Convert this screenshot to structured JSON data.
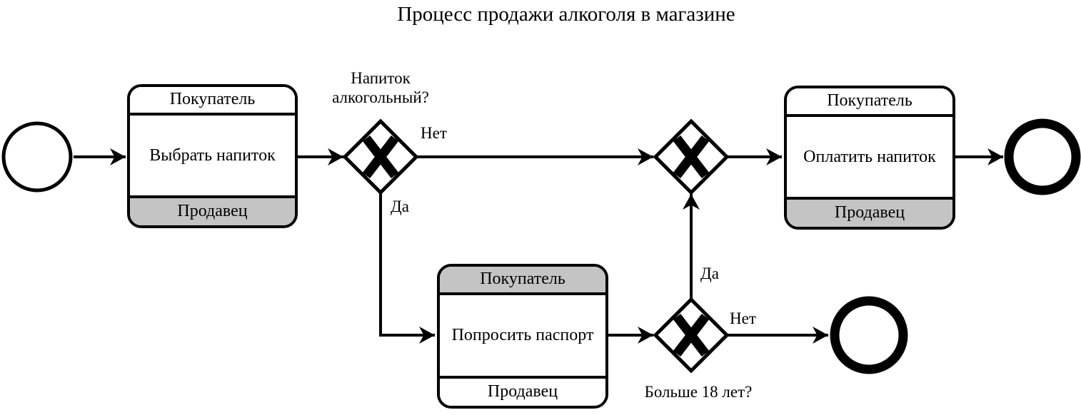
{
  "title": "Процесс продажи алкоголя в магазине",
  "colors": {
    "stroke": "#000000",
    "band_gray": "#c4c4c4",
    "background": "#ffffff"
  },
  "tasks": [
    {
      "header": "Покупатель",
      "body": "Выбрать напиток",
      "footer": "Продавец"
    },
    {
      "header": "Покупатель",
      "body": "Попросить паспорт",
      "footer": "Продавец"
    },
    {
      "header": "Покупатель",
      "body": "Оплатить напиток",
      "footer": "Продавец"
    }
  ],
  "gateways": [
    {
      "question": "Напиток алкогольный?"
    },
    {
      "question": "Больше 18 лет?"
    }
  ],
  "edge_labels": {
    "drink_not_alcoholic": "Нет",
    "drink_alcoholic": "Да",
    "age_ok": "Да",
    "age_not_ok": "Нет"
  }
}
